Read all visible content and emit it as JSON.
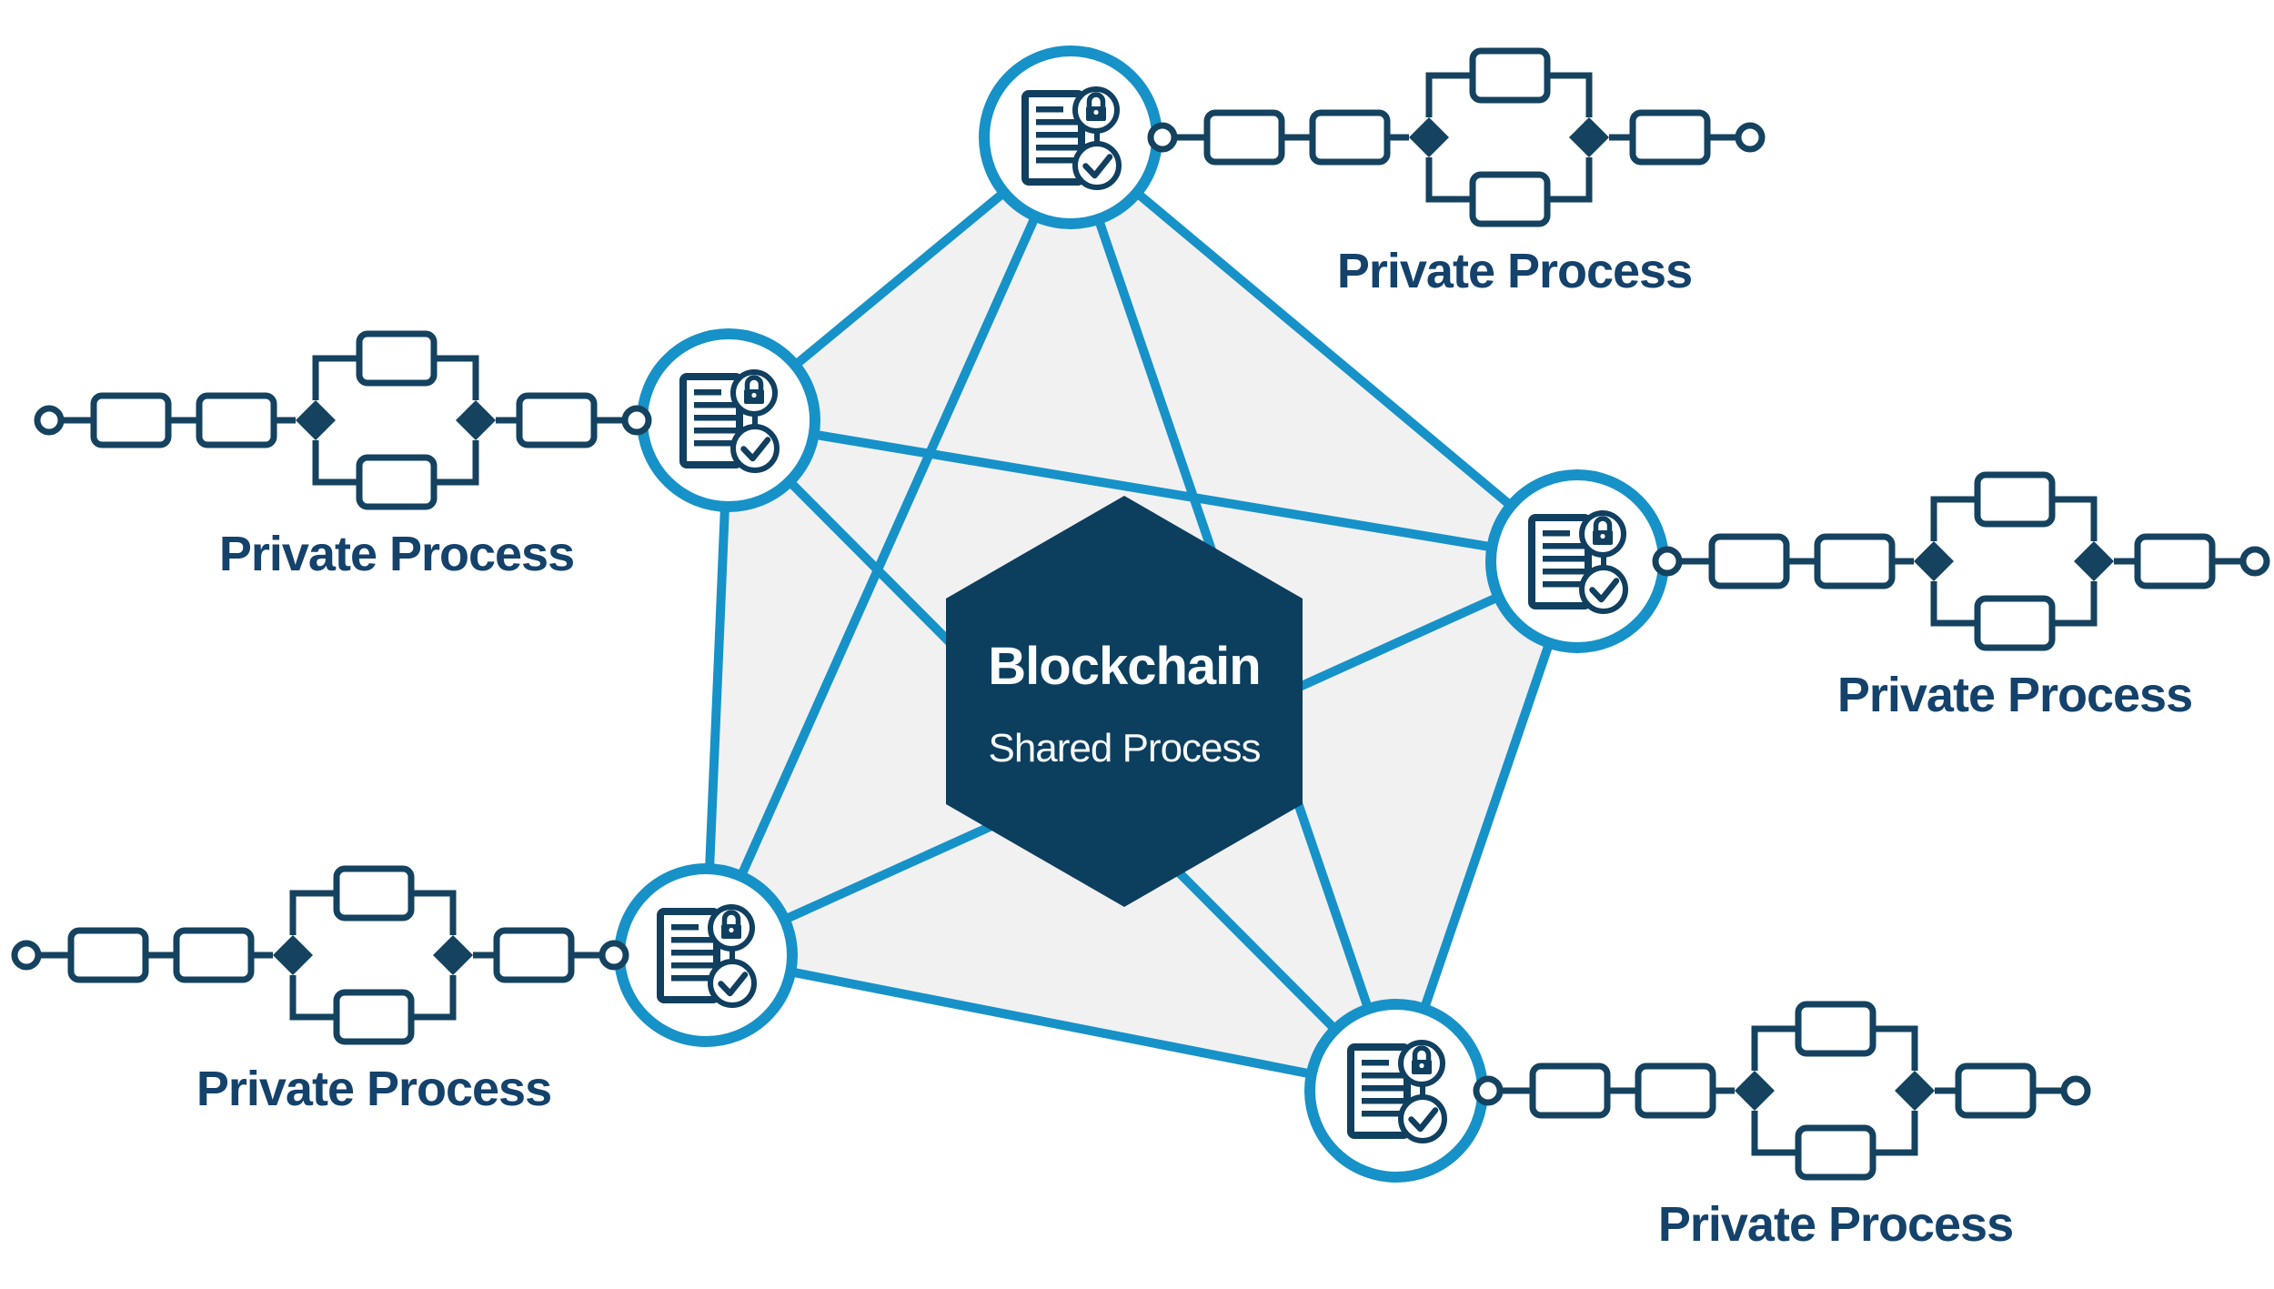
{
  "hexagon": {
    "title": "Blockchain",
    "subtitle": "Shared Process"
  },
  "processes": [
    {
      "id": "top-right",
      "label": "Private Process"
    },
    {
      "id": "right",
      "label": "Private Process"
    },
    {
      "id": "bottom-right",
      "label": "Private Process"
    },
    {
      "id": "left",
      "label": "Private Process"
    },
    {
      "id": "lower-left",
      "label": "Private Process"
    }
  ],
  "process_template": {
    "flow_elements": [
      "start-event-circle",
      "task",
      "task",
      "gateway-diamond",
      "parallel-task-top",
      "parallel-task-bottom",
      "gateway-diamond",
      "task",
      "end-event-circle"
    ]
  },
  "nodes": [
    {
      "id": "top",
      "icon": "secure-verified-document-icon"
    },
    {
      "id": "upper-left",
      "icon": "secure-verified-document-icon"
    },
    {
      "id": "right",
      "icon": "secure-verified-document-icon"
    },
    {
      "id": "lower-left",
      "icon": "secure-verified-document-icon"
    },
    {
      "id": "bottom",
      "icon": "secure-verified-document-icon"
    }
  ],
  "colors": {
    "accent_teal": "#1692c8",
    "ink_navy": "#14425f",
    "hexagon_fill": "#0c3e5e",
    "label_text": "#14426b",
    "pentagon_fill": "#f1f1f2",
    "background": "#ffffff",
    "hexagon_text": "#fbfdfe"
  }
}
